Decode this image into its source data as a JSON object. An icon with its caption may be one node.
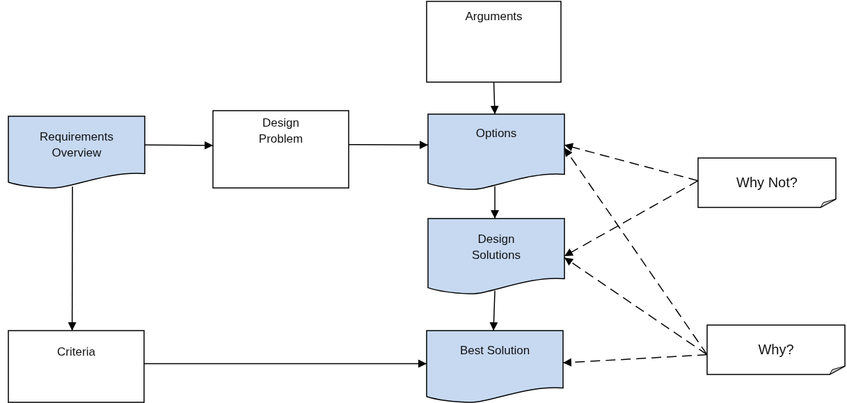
{
  "diagram": {
    "nodes": [
      {
        "text": [
          "Arguments"
        ]
      },
      {
        "text": [
          "Requirements Overview"
        ]
      },
      {
        "text": [
          "Design Problem"
        ]
      },
      {
        "text": [
          "Options"
        ]
      },
      {
        "text": [
          "Design Solutions"
        ]
      },
      {
        "text": [
          "Why Not?"
        ]
      },
      {
        "text": [
          "Criteria"
        ]
      },
      {
        "text": [
          "Best Solution"
        ]
      },
      {
        "text": [
          "Why?"
        ]
      }
    ],
    "edges": [
      {
        "from": 0,
        "to": 3,
        "arrow": "to"
      },
      {
        "from": 1,
        "to": 2,
        "arrow": "to"
      },
      {
        "from": 2,
        "to": 3,
        "arrow": "to"
      },
      {
        "from": 1,
        "to": 6,
        "arrow": "to"
      },
      {
        "from": 3,
        "to": 4,
        "arrow": "to"
      },
      {
        "from": 4,
        "to": 7,
        "arrow": "to"
      },
      {
        "from": 6,
        "to": 7,
        "arrow": "to"
      },
      {
        "from": 5,
        "to": 3,
        "arrow": "to",
        "style": "dashed"
      },
      {
        "from": 5,
        "to": 4,
        "arrow": "to",
        "style": "dashed"
      },
      {
        "from": 8,
        "to": 3,
        "arrow": "to",
        "style": "dashed"
      },
      {
        "from": 8,
        "to": 4,
        "arrow": "to",
        "style": "dashed"
      },
      {
        "from": 8,
        "to": 7,
        "arrow": "to",
        "style": "dashed"
      }
    ]
  }
}
